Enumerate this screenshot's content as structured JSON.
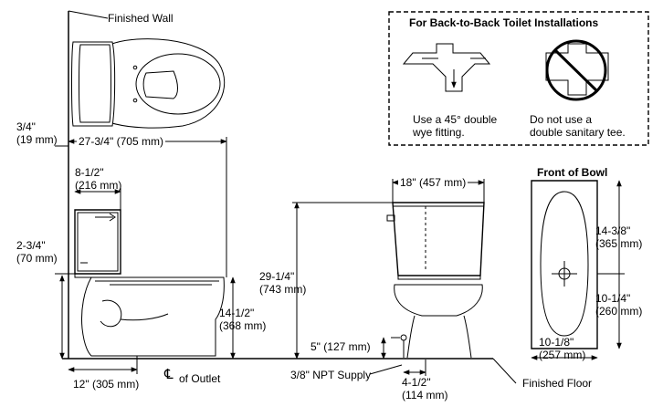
{
  "labels": {
    "finished_wall": "Finished Wall",
    "finished_floor": "Finished Floor",
    "outlet": "of Outlet",
    "centerline_symbol": "℄",
    "npt_supply": "3/8\" NPT Supply",
    "front_of_bowl": "Front of Bowl"
  },
  "inset": {
    "title": "For Back-to-Back Toilet Installations",
    "left_caption_1": "Use a 45° double",
    "left_caption_2": "wye fitting.",
    "right_caption_1": "Do not use a",
    "right_caption_2": "double sanitary tee."
  },
  "dims": {
    "wall_offset": {
      "imp": "3/4\"",
      "met": "(19 mm)"
    },
    "overall_depth": {
      "text": "27-3/4\" (705 mm)"
    },
    "tank_depth": {
      "imp": "8-1/2\"",
      "met": "(216 mm)"
    },
    "tank_bottom": {
      "imp": "2-3/4\"",
      "met": "(70 mm)"
    },
    "rough_in": {
      "text": "12\" (305 mm)"
    },
    "rim_height": {
      "imp": "14-1/2\"",
      "met": "(368 mm)"
    },
    "overall_height": {
      "imp": "29-1/4\"",
      "met": "(743 mm)"
    },
    "tank_width": {
      "text": "18\" (457 mm)"
    },
    "supply_height": {
      "text": "5\" (127 mm)"
    },
    "supply_offset": {
      "imp": "4-1/2\"",
      "met": "(114 mm)"
    },
    "bowl_length": {
      "imp": "14-3/8\"",
      "met": "(365 mm)"
    },
    "bowl_rear": {
      "imp": "10-1/4\"",
      "met": "(260 mm)"
    },
    "bowl_width": {
      "imp": "10-1/8\"",
      "met": "(257 mm)"
    }
  }
}
